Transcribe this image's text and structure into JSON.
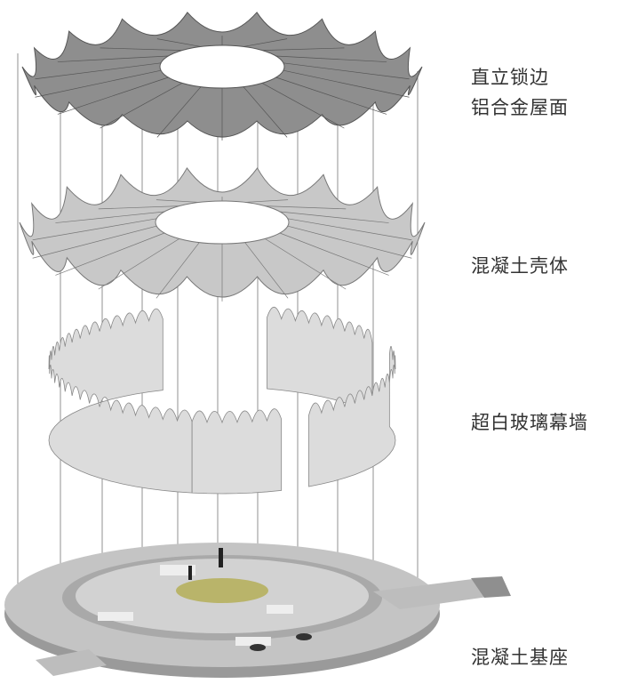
{
  "labels": {
    "roof_line1": "直立锁边",
    "roof_line2": "铝合金屋面",
    "shell": "混凝土壳体",
    "glass": "超白玻璃幕墙",
    "base": "混凝土基座"
  },
  "colors": {
    "roof": "#8e8e8e",
    "shell": "#c8c8c8",
    "glass": "#dcdcdc",
    "base": "#b5b5b5",
    "pool": "#b9b46a",
    "text": "#333333"
  }
}
